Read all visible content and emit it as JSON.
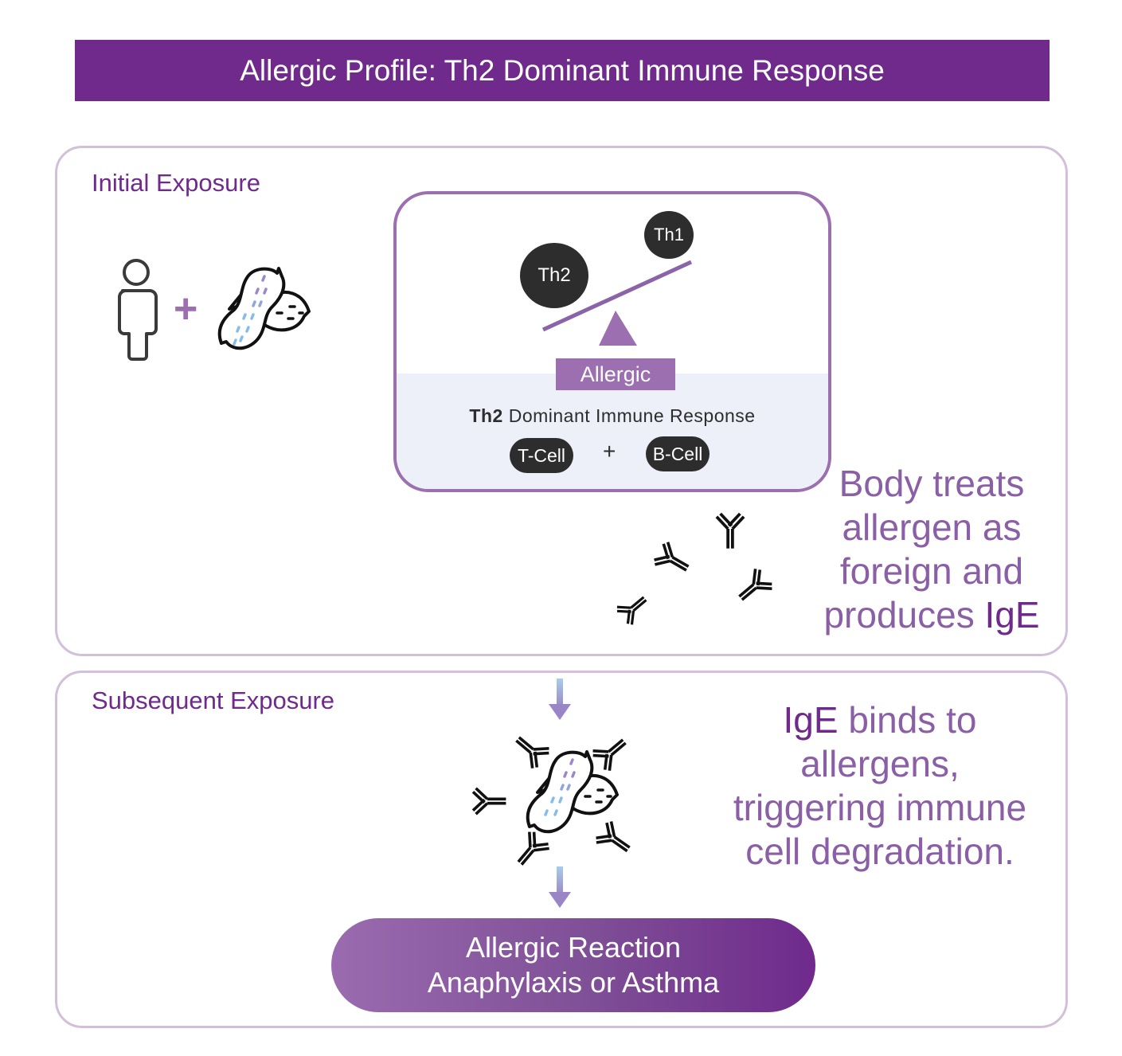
{
  "header": {
    "title": "Allergic Profile: Th2 Dominant Immune Response"
  },
  "initial_exposure": {
    "title": "Initial Exposure",
    "icons": [
      "person-icon",
      "plus-icon",
      "peanut-allergen-icon"
    ],
    "balance": {
      "heavy_label": "Th2",
      "light_label": "Th1",
      "tag": "Allergic",
      "response_bold": "Th2",
      "response_rest": " Dominant Immune Response",
      "cell_a": "T-Cell",
      "cell_join": "+",
      "cell_b": "B-Cell"
    },
    "description_lines": [
      "Body treats",
      "allergen as",
      "foreign and",
      "produces "
    ],
    "description_emphasis": "IgE"
  },
  "subsequent_exposure": {
    "title": "Subsequent Exposure",
    "description_emphasis": "IgE",
    "description_lines_first": " binds to",
    "description_lines": [
      "allergens,",
      "triggering immune",
      "cell degradation."
    ],
    "result": {
      "line1": "Allergic Reaction",
      "line2": "Anaphylaxis or Asthma"
    }
  },
  "colors": {
    "primary_purple": "#6f2a8c",
    "accent_purple": "#9b6fb0",
    "panel_border": "#d2c0da",
    "dark_cell": "#2d2d2d",
    "lower_box_bg": "#edf0f8"
  }
}
